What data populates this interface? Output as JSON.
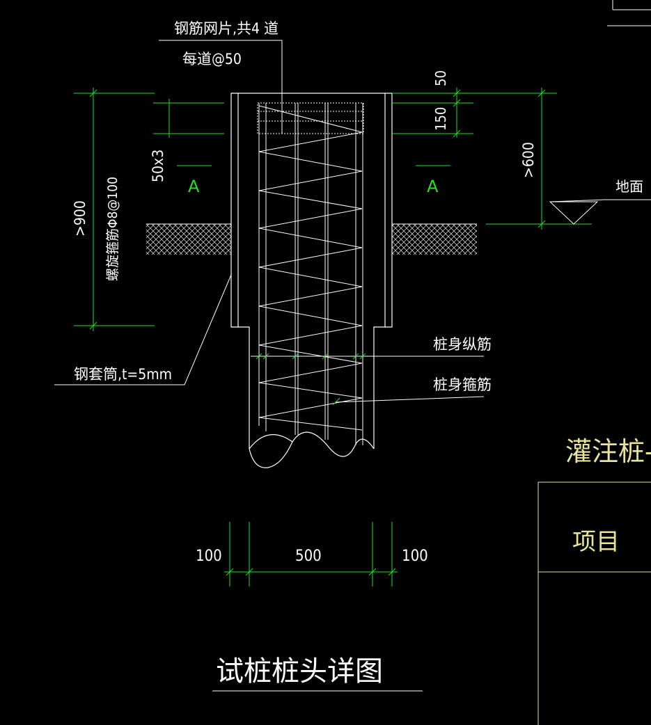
{
  "colors": {
    "background": "#000000",
    "line_white": "#ffffff",
    "dimension_green": "#22e022",
    "title_yellow": "#e8e49a",
    "hatch_gray": "#c8c8c8"
  },
  "labels": {
    "mesh_line1": "钢筋网片,共4 道",
    "mesh_line2": "每道@50",
    "dim_50_top": "50",
    "dim_150": "150",
    "dim_600": ">600",
    "dim_900": ">900",
    "dim_50x3": "50x3",
    "spiral_stirrup": "螺旋箍筋Φ8@100",
    "section_left": "A",
    "section_right": "A",
    "ground": "地面",
    "long_bar": "桩身纵筋",
    "pile_stirrup": "桩身箍筋",
    "steel_sleeve": "钢套筒,t=5mm",
    "dim_100_left": "100",
    "dim_500": "500",
    "dim_100_right": "100",
    "drawing_title": "试桩桩头详图"
  },
  "title_block": {
    "title_fragment": "灌注桩-",
    "item_label": "项目"
  }
}
